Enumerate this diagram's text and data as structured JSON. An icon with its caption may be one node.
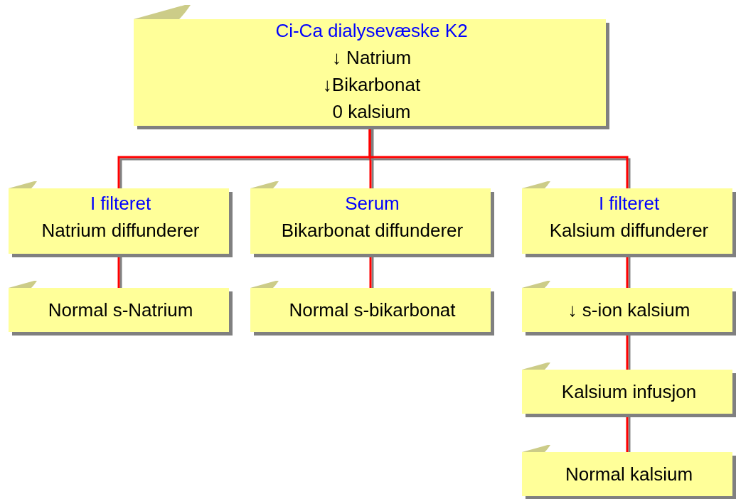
{
  "diagram": {
    "nodes": [
      {
        "text": [
          "Ci-Ca dialysevæske K2",
          "↓ Natrium",
          "↓Bikarbonat",
          "0 kalsium"
        ]
      },
      {
        "text": [
          "I filteret",
          "Natrium diffunderer"
        ]
      },
      {
        "text": [
          "Serum",
          "Bikarbonat diffunderer"
        ]
      },
      {
        "text": [
          "I filteret",
          "Kalsium diffunderer"
        ]
      },
      {
        "text": [
          "Normal s-Natrium"
        ]
      },
      {
        "text": [
          "Normal s-bikarbonat"
        ]
      },
      {
        "text": [
          "↓ s-ion kalsium"
        ]
      },
      {
        "text": [
          "Kalsium infusjon"
        ]
      },
      {
        "text": [
          "Normal kalsium"
        ]
      }
    ],
    "edges": [
      {
        "from": 0,
        "to": 1,
        "arrow": "none"
      },
      {
        "from": 0,
        "to": 2,
        "arrow": "none"
      },
      {
        "from": 0,
        "to": 3,
        "arrow": "none"
      },
      {
        "from": 1,
        "to": 4,
        "arrow": "none"
      },
      {
        "from": 2,
        "to": 5,
        "arrow": "none"
      },
      {
        "from": 3,
        "to": 6,
        "arrow": "none"
      },
      {
        "from": 6,
        "to": 7,
        "arrow": "none"
      },
      {
        "from": 7,
        "to": 8,
        "arrow": "none"
      }
    ]
  }
}
